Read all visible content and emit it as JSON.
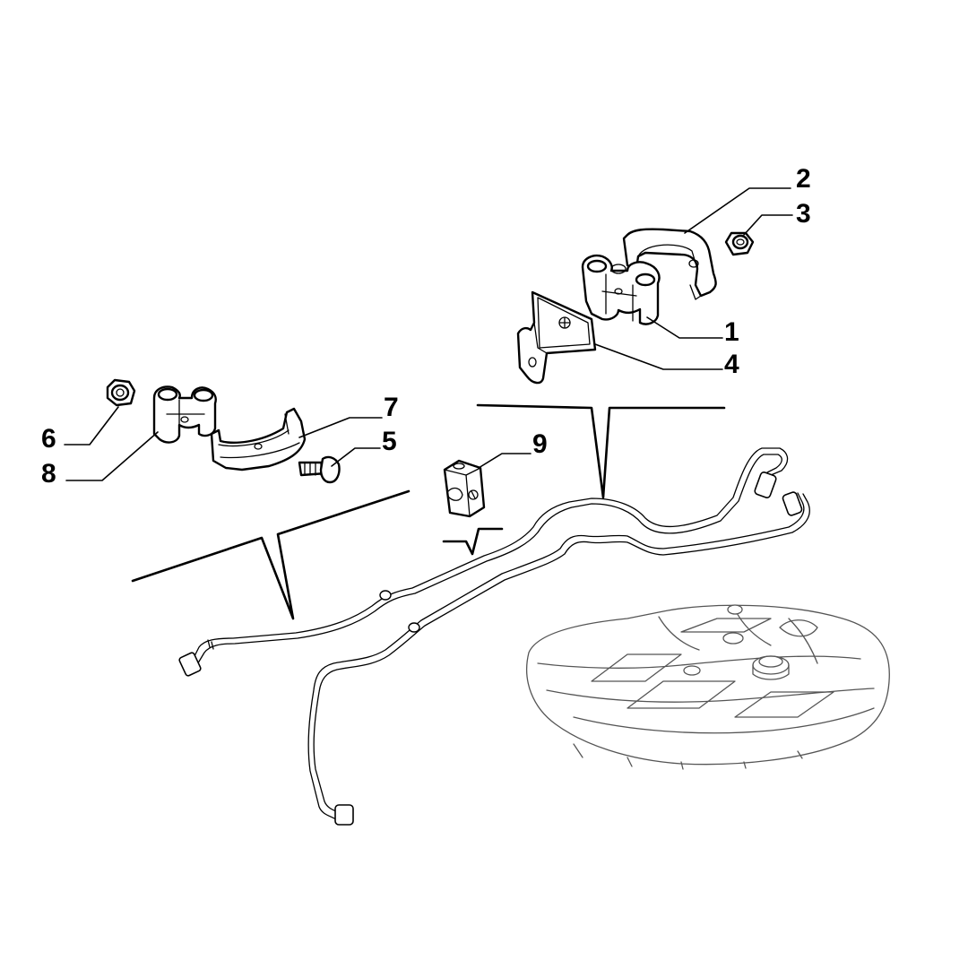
{
  "diagram": {
    "callouts": [
      {
        "id": "1",
        "label": "1"
      },
      {
        "id": "2",
        "label": "2"
      },
      {
        "id": "3",
        "label": "3"
      },
      {
        "id": "4",
        "label": "4"
      },
      {
        "id": "5",
        "label": "5"
      },
      {
        "id": "6",
        "label": "6"
      },
      {
        "id": "7",
        "label": "7"
      },
      {
        "id": "8",
        "label": "8"
      },
      {
        "id": "9",
        "label": "9"
      }
    ],
    "colors": {
      "ink": "#000000",
      "faint": "#555555",
      "background": "#ffffff"
    }
  }
}
